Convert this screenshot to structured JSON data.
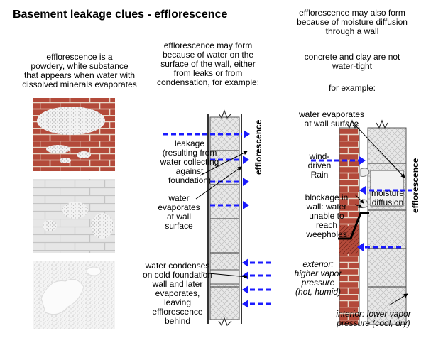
{
  "title": "Basement leakage clues - efflorescence",
  "col1": {
    "text": [
      "efflorescence is a",
      "powdery, white substance",
      "that appears when water with",
      "dissolved minerals evaporates"
    ]
  },
  "col2": {
    "intro": [
      "efflorescence may form",
      "because of water on the",
      "surface of the wall, either",
      "from leaks or from",
      "condensation, for example:"
    ],
    "leakage": [
      "leakage",
      "(resulting from",
      "water collecting",
      "against",
      "foundation)"
    ],
    "evaporates": [
      "water",
      "evaporates",
      "at wall",
      "surface"
    ],
    "condenses": [
      "water condenses",
      "on cold foundation",
      "wall and later",
      "evaporates, leaving",
      "efflorescence",
      "behind"
    ],
    "vertical_label": "efflorescence"
  },
  "col3": {
    "intro": [
      "efflorescence may also form",
      "because of moisture diffusion",
      "through a wall"
    ],
    "note": [
      "concrete and clay are not",
      "water-tight"
    ],
    "forexample": "for example:",
    "evap": [
      "water evaporates",
      "at wall surface"
    ],
    "rain": [
      "wind-",
      "driven",
      "Rain"
    ],
    "blockage": [
      "blockage in",
      "wall: water",
      "unable to",
      "reach",
      "weepholes"
    ],
    "exterior": [
      "exterior:",
      "higher vapor",
      "pressure",
      "(hot, humid)"
    ],
    "interior": [
      "interior: lower vapor",
      "pressure (cool, dry)"
    ],
    "moisture": [
      "moisture",
      "diffusion"
    ],
    "vertical_label": "efflorescence"
  },
  "colors": {
    "arrow": "#1a1aff",
    "brick": "#b34a3a",
    "mortar": "#e8d8c8",
    "block": "#e6e6e6"
  }
}
